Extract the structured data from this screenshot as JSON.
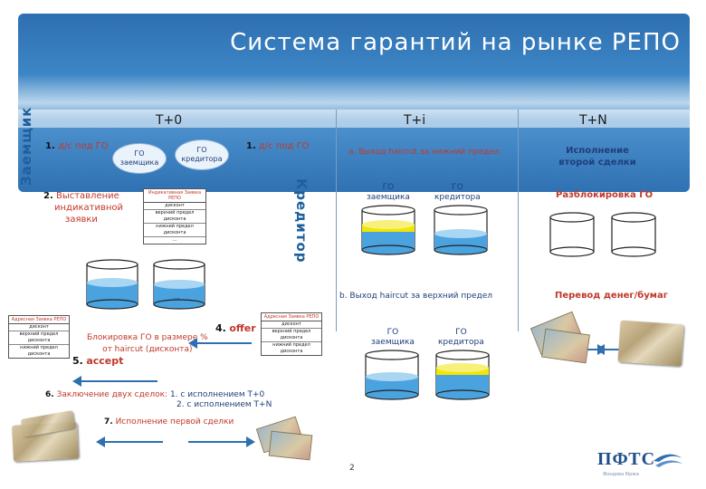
{
  "title": "Система гарантий на рынке РЕПО",
  "phases": {
    "t0": "T+0",
    "ti": "T+i",
    "tn": "T+N"
  },
  "roles": {
    "borrower": "Заемщик",
    "creditor": "Кредитор"
  },
  "steps": {
    "s1_left_num": "1.",
    "s1_left_text": "д/с под ГО",
    "s1_right_num": "1.",
    "s1_right_text": "д/с под ГО",
    "s2_num": "2.",
    "s2_text_1": "Выставление",
    "s2_text_2": "индикативной",
    "s2_text_3": "заявки",
    "s4_num": "4.",
    "s4_text": "offer",
    "s5_num": "5.",
    "s5_text": "accept",
    "s6_num": "6.",
    "s6_text": "Заключение двух сделок:",
    "s6_opt1": "1. с исполнением Т+0",
    "s6_opt2": "2. с исполнением Т+N",
    "s7_num": "7.",
    "s7_text": "Исполнение первой сделки"
  },
  "go": {
    "borrower_1": "ГО",
    "borrower_2": "заемщика",
    "creditor_1": "ГО",
    "creditor_2": "кредитора"
  },
  "block_note_1": "Блокировка ГО в размере %",
  "block_note_2": "от haircut (дисконта)",
  "ti": {
    "a": "a. Выход haircut за нижний предел",
    "b": "b. Выход haircut за верхний предел"
  },
  "tn": {
    "exec_1": "Исполнение",
    "exec_2": "второй сделки",
    "unblock": "Разблокировка ГО",
    "transfer": "Перевод денег/бумаг"
  },
  "forms": {
    "indicative": {
      "title": "Индикативная Заявка РЕПО",
      "rows": [
        "дисконт",
        "верхний предел дисконта",
        "нижний предел дисконта",
        "..."
      ]
    },
    "address": {
      "title": "Адресная Заявка РЕПО",
      "rows": [
        "дисконт",
        "верхний предел дисконта",
        "нижний предел дисконта"
      ]
    }
  },
  "tank_ellipsis": "...",
  "page_number": "2",
  "logo": {
    "text": "ПФТС",
    "tagline": "Фондова біржа"
  },
  "colors": {
    "band": "#3d86c6",
    "accent_red": "#c0392b",
    "navy": "#1f3f7a",
    "water": "#4aa3df",
    "yellow": "#f2e600"
  }
}
